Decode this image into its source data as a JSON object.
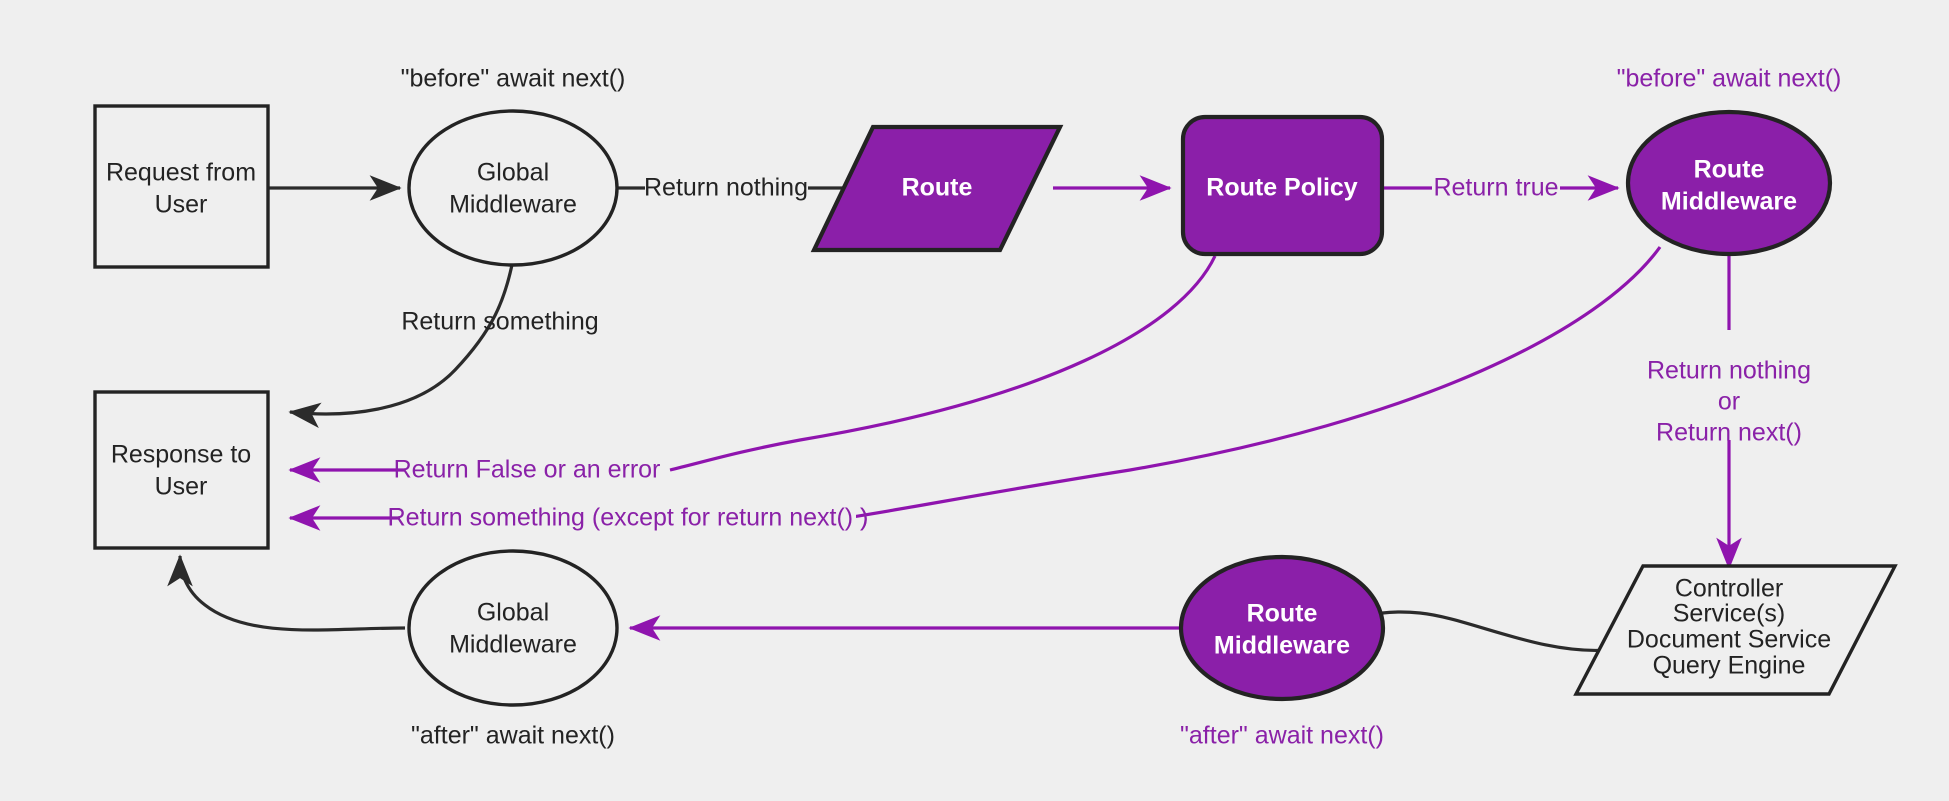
{
  "diagram": {
    "title": "Strapi request lifecycle middleware flow",
    "background_color": "#efefef",
    "accent_purple": "#8b1fa9",
    "line_purple": "#8f14ae",
    "dark": "#232323",
    "nodes": [
      {
        "id": "request",
        "shape": "rect",
        "style": "plain",
        "lines": [
          "Request from",
          "User"
        ]
      },
      {
        "id": "global-middleware-top",
        "shape": "ellipse",
        "style": "plain",
        "lines": [
          "Global",
          "Middleware"
        ]
      },
      {
        "id": "route",
        "shape": "parallelogram",
        "style": "purple",
        "lines": [
          "Route"
        ]
      },
      {
        "id": "route-policy",
        "shape": "rounded-rect",
        "style": "purple",
        "lines": [
          "Route Policy"
        ]
      },
      {
        "id": "route-middleware-top",
        "shape": "ellipse",
        "style": "purple",
        "lines": [
          "Route",
          "Middleware"
        ]
      },
      {
        "id": "controller",
        "shape": "parallelogram",
        "style": "plain",
        "lines": [
          "Controller",
          "Service(s)",
          "Document Service",
          "Query Engine"
        ]
      },
      {
        "id": "route-middleware-bottom",
        "shape": "ellipse",
        "style": "purple",
        "lines": [
          "Route",
          "Middleware"
        ]
      },
      {
        "id": "global-middleware-bottom",
        "shape": "ellipse",
        "style": "plain",
        "lines": [
          "Global",
          "Middleware"
        ]
      },
      {
        "id": "response",
        "shape": "rect",
        "style": "plain",
        "lines": [
          "Response to",
          "User"
        ]
      }
    ],
    "annotations": [
      {
        "id": "before-await-next-global",
        "text": "\"before\" await next()",
        "color": "dark"
      },
      {
        "id": "before-await-next-route",
        "text": "\"before\" await next()",
        "color": "purple"
      },
      {
        "id": "after-await-next-global",
        "text": "\"after\" await next()",
        "color": "dark"
      },
      {
        "id": "after-await-next-route",
        "text": "\"after\" await next()",
        "color": "purple"
      }
    ],
    "edge_labels": [
      {
        "id": "return-nothing-top",
        "text": "Return nothing",
        "color": "dark"
      },
      {
        "id": "return-something-top",
        "text": "Return something",
        "color": "dark"
      },
      {
        "id": "return-true",
        "text": "Return true",
        "color": "purple"
      },
      {
        "id": "return-false-or-error",
        "text": "Return False or an error",
        "color": "purple"
      },
      {
        "id": "return-something-except",
        "text": "Return something (except for return next() )",
        "color": "purple"
      },
      {
        "id": "return-nothing-right-1",
        "text": "Return nothing",
        "color": "purple"
      },
      {
        "id": "return-nothing-right-2",
        "text": "or",
        "color": "purple"
      },
      {
        "id": "return-nothing-right-3",
        "text": "Return next()",
        "color": "purple"
      }
    ],
    "node_text": {
      "request_line1": "Request from",
      "request_line2": "User",
      "global_mw_top_line1": "Global",
      "global_mw_top_line2": "Middleware",
      "route": "Route",
      "route_policy": "Route Policy",
      "route_mw_top_line1": "Route",
      "route_mw_top_line2": "Middleware",
      "controller_line1": "Controller",
      "controller_line2": "Service(s)",
      "controller_line3": "Document Service",
      "controller_line4": "Query Engine",
      "route_mw_bottom_line1": "Route",
      "route_mw_bottom_line2": "Middleware",
      "global_mw_bottom_line1": "Global",
      "global_mw_bottom_line2": "Middleware",
      "response_line1": "Response to",
      "response_line2": "User"
    },
    "labels": {
      "before_await_next_top_left": "\"before\" await next()",
      "before_await_next_top_right": "\"before\" await next()",
      "after_await_next_bottom_left": "\"after\" await next()",
      "after_await_next_bottom_right": "\"after\" await next()",
      "return_nothing": "Return nothing",
      "return_something": "Return something",
      "return_true": "Return true",
      "return_false_or_an_error": "Return False or an error",
      "return_something_except": "Return something (except for return next() )",
      "return_nothing_r": "Return nothing",
      "or": "or",
      "return_next": "Return next()"
    }
  }
}
